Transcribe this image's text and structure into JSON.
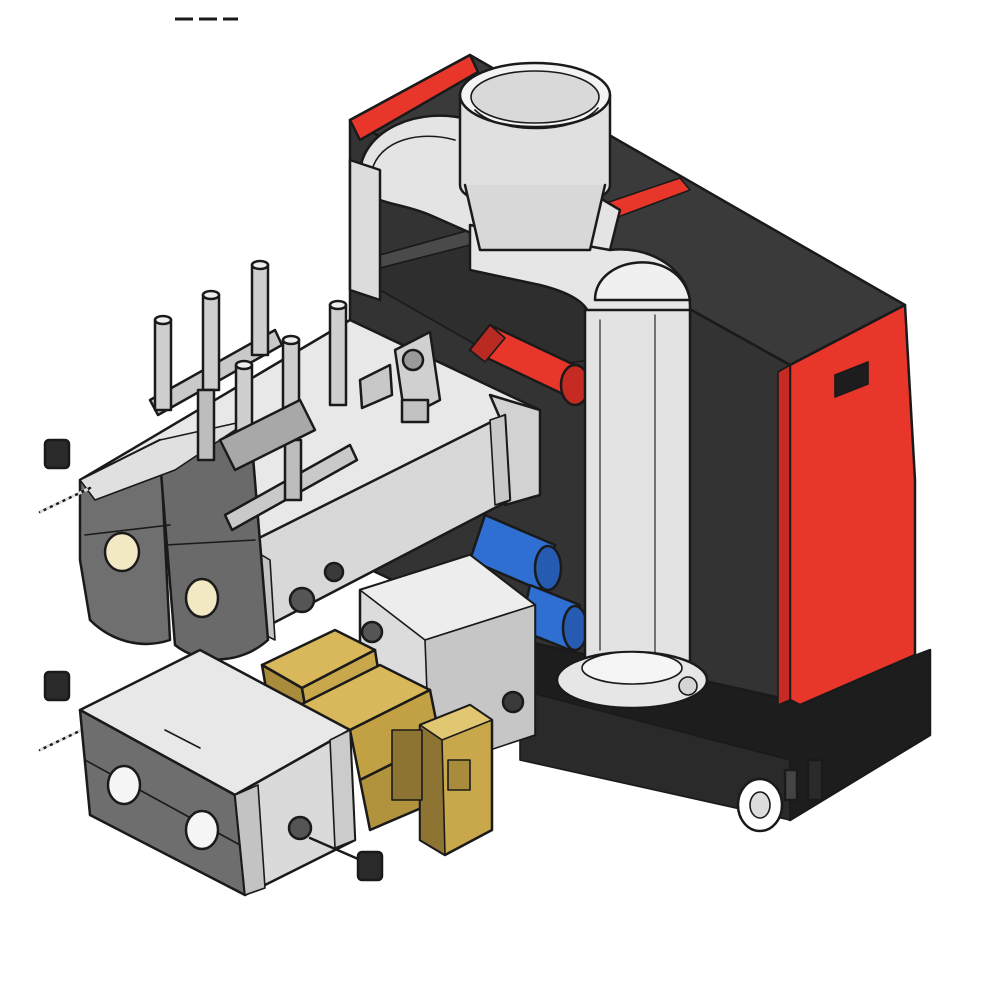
{
  "palette": {
    "cabinet_red": "#e8362b",
    "cabinet_dark": "#3a3a3a",
    "cabinet_black": "#1d1d1d",
    "insulation_light": "#e6e6e6",
    "insulation_shade": "#c8c8c8",
    "insulation_dark": "#8a8a8a",
    "pipe_red": "#e8362b",
    "pipe_blue": "#2f6fd1",
    "gold_block": "#c9a84c",
    "gold_shade": "#8e7433",
    "outline": "#1a1a1a"
  },
  "parts": [
    "boiler-cabinet",
    "flue-pipe",
    "flue-collar",
    "upper-header-insulation",
    "lower-header-insulation",
    "pump-group-block",
    "supply-pipe-red",
    "return-pipe-blue",
    "connection-pipes",
    "caster-wheel"
  ]
}
